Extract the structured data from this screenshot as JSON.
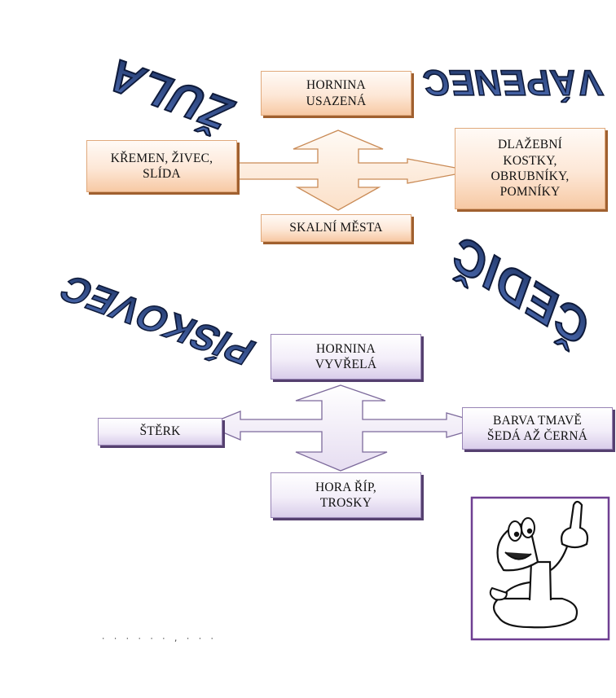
{
  "rock_words": {
    "zula": "ŽULA",
    "vapenec": "VÁPENEC",
    "piskovec": "PÍSKOVEC",
    "cedic": "ČEDIČ"
  },
  "diagram_top": {
    "top": "HORNINA\nUSAZENÁ",
    "left": "KŘEMEN, ŽIVEC,\nSLÍDA",
    "right": "DLAŽEBNÍ\nKOSTKY,\nOBRUBNÍKY,\nPOMNÍKY",
    "bottom": "SKALNÍ MĚSTA"
  },
  "diagram_bottom": {
    "top": "HORNINA\nVYVŘELÁ",
    "left": "ŠTĚRK",
    "right": "BARVA TMAVĚ\nŠEDÁ AŽ ČERNÁ",
    "bottom": "HORA ŘÍP,\nTROSKY"
  },
  "colors": {
    "orange_fill": "#fde7d6",
    "orange_shadow": "#a0602f",
    "purple_fill": "#f3eef9",
    "purple_shadow": "#55406f",
    "word_fill": "#2f4a86",
    "word_outline": "#0e1a3a"
  },
  "decor_icon": "cartoon-number-one-pointing-icon"
}
